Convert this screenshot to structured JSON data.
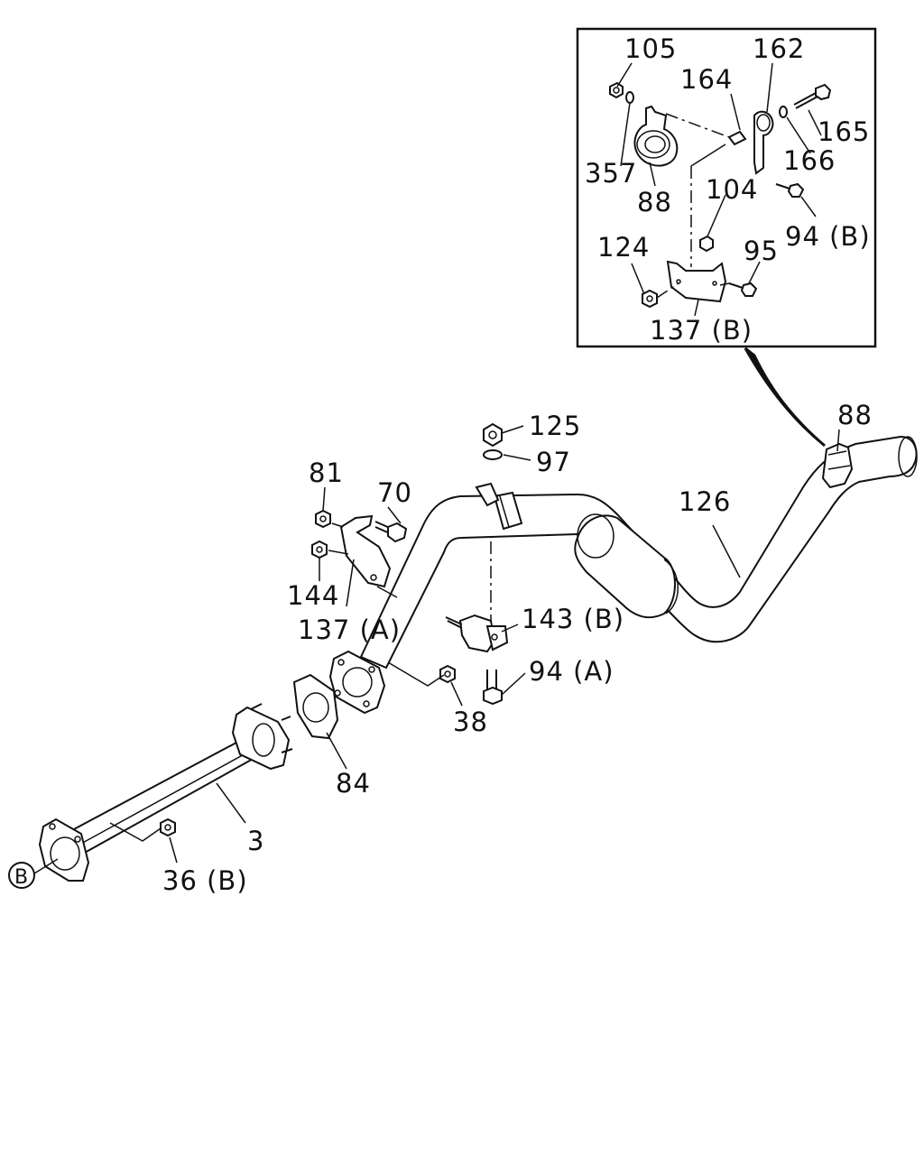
{
  "labels": {
    "p105": "105",
    "p162": "162",
    "p164": "164",
    "p165": "165",
    "p357": "357",
    "p166": "166",
    "p88_inset": "88",
    "p104": "104",
    "p94b": "94 (B)",
    "p124": "124",
    "p95": "95",
    "p137b": "137 (B)",
    "p88": "88",
    "p125": "125",
    "p97": "97",
    "p126": "126",
    "p81": "81",
    "p70": "70",
    "p144": "144",
    "p137a": "137 (A)",
    "p143b": "143 (B)",
    "p94a": "94 (A)",
    "p38": "38",
    "p84": "84",
    "p3": "3",
    "p36b": "36 (B)",
    "refB": "B"
  }
}
